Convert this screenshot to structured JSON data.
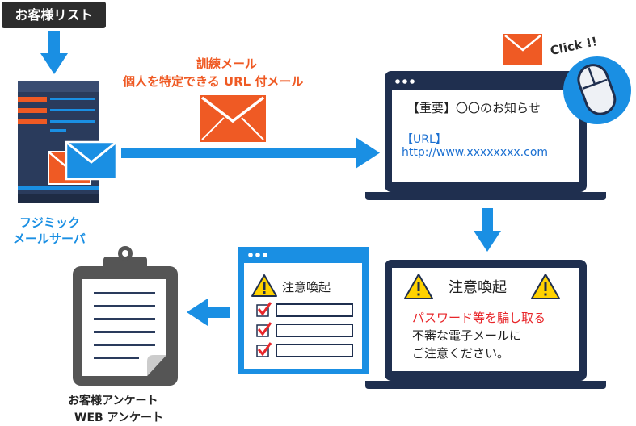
{
  "customer_list_label": "お客様リスト",
  "training_mail": {
    "line1": "訓練メール",
    "line2": "個人を特定できる URL 付メール"
  },
  "mail_server_label": {
    "line1": "フジミック",
    "line2": "メールサーバ"
  },
  "email_preview": {
    "subject": "【重要】〇〇のお知らせ",
    "url_label": "【URL】",
    "url": "http://www.xxxxxxxx.com"
  },
  "click_label": "Click !!",
  "warning_screen": {
    "title": "注意喚起",
    "line1": "パスワード等を騙し取る",
    "line2": "不審な電子メールに",
    "line3": "ご注意ください。"
  },
  "survey_window": {
    "title": "注意喚起"
  },
  "survey_label": {
    "line1": "お客様アンケート",
    "line2": "WEB アンケート"
  },
  "colors": {
    "arrow_blue": "#1a8fe3",
    "navy": "#1f2f4f",
    "orange": "#ef5a24",
    "warning_red": "#e8262a",
    "yellow": "#ffd200"
  }
}
